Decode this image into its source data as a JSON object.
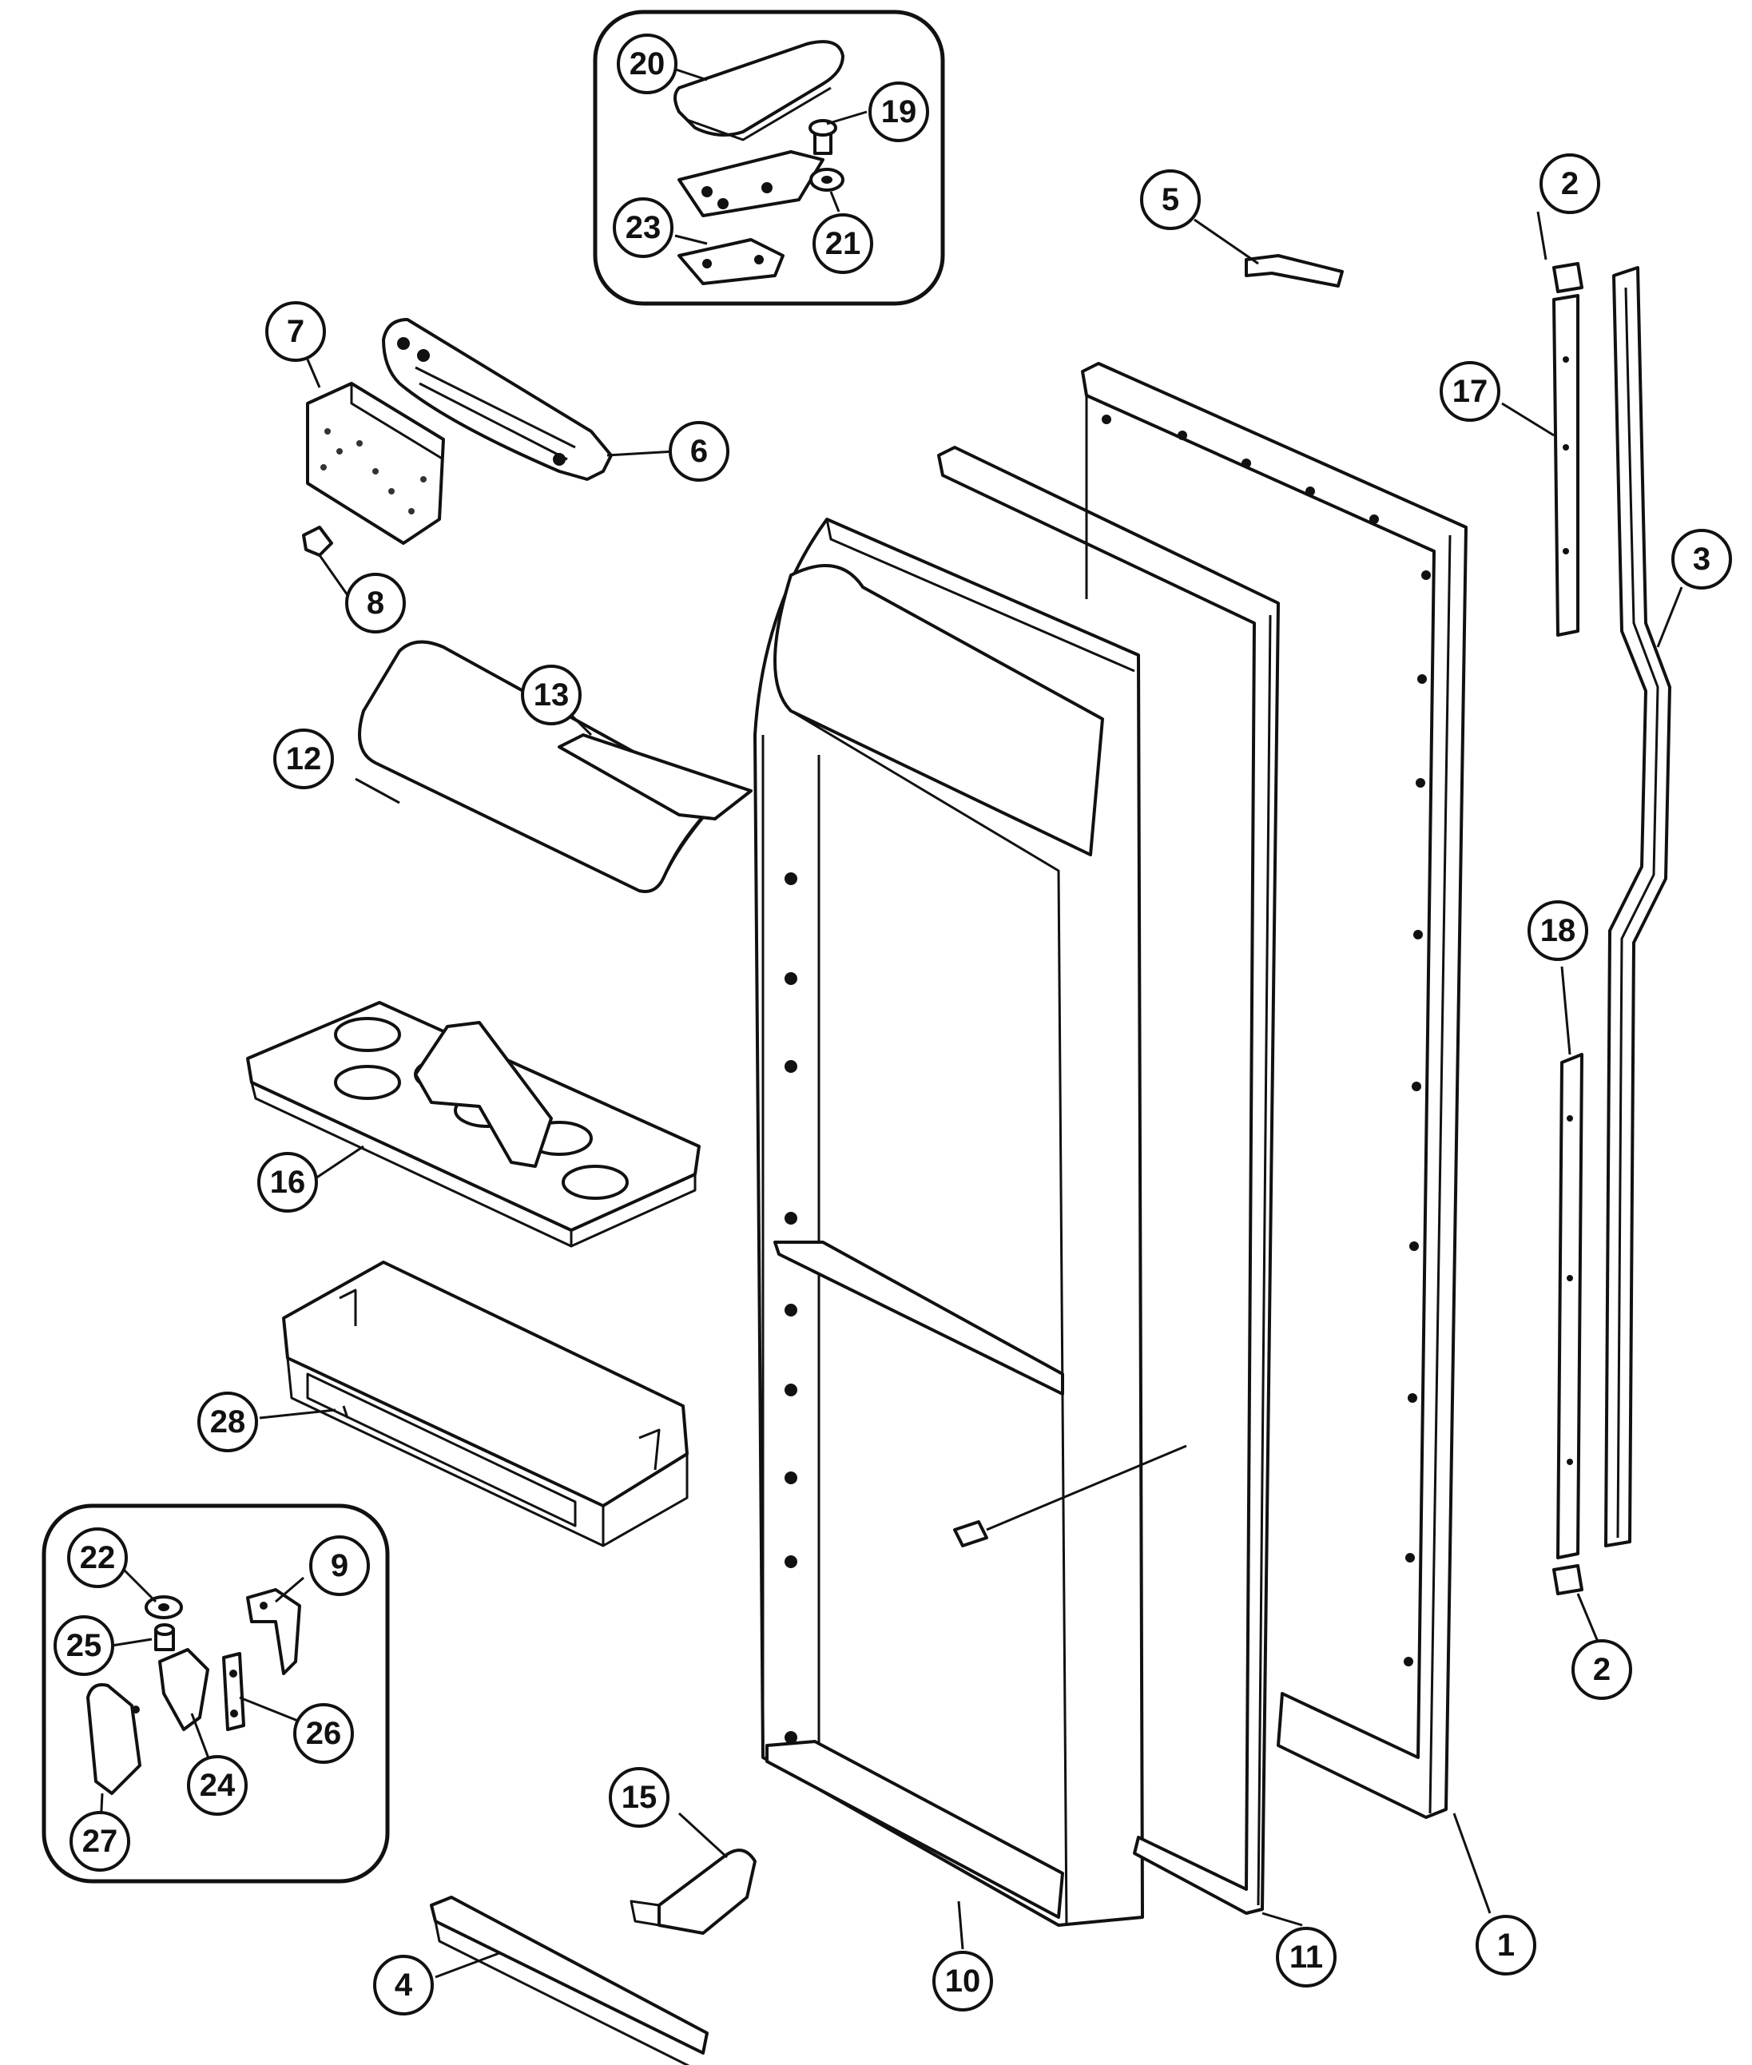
{
  "diagram": {
    "callouts": [
      {
        "id": "c1",
        "label": "1"
      },
      {
        "id": "c2a",
        "label": "2"
      },
      {
        "id": "c2b",
        "label": "2"
      },
      {
        "id": "c3",
        "label": "3"
      },
      {
        "id": "c4",
        "label": "4"
      },
      {
        "id": "c5",
        "label": "5"
      },
      {
        "id": "c6",
        "label": "6"
      },
      {
        "id": "c7",
        "label": "7"
      },
      {
        "id": "c8",
        "label": "8"
      },
      {
        "id": "c9",
        "label": "9"
      },
      {
        "id": "c10",
        "label": "10"
      },
      {
        "id": "c11",
        "label": "11"
      },
      {
        "id": "c12",
        "label": "12"
      },
      {
        "id": "c13",
        "label": "13"
      },
      {
        "id": "c15",
        "label": "15"
      },
      {
        "id": "c16",
        "label": "16"
      },
      {
        "id": "c17",
        "label": "17"
      },
      {
        "id": "c18",
        "label": "18"
      },
      {
        "id": "c19",
        "label": "19"
      },
      {
        "id": "c20",
        "label": "20"
      },
      {
        "id": "c21",
        "label": "21"
      },
      {
        "id": "c22",
        "label": "22"
      },
      {
        "id": "c23",
        "label": "23"
      },
      {
        "id": "c24",
        "label": "24"
      },
      {
        "id": "c25",
        "label": "25"
      },
      {
        "id": "c26",
        "label": "26"
      },
      {
        "id": "c27",
        "label": "27"
      },
      {
        "id": "c28",
        "label": "28"
      }
    ],
    "colors": {
      "line": "#111111",
      "background": "#ffffff"
    }
  }
}
